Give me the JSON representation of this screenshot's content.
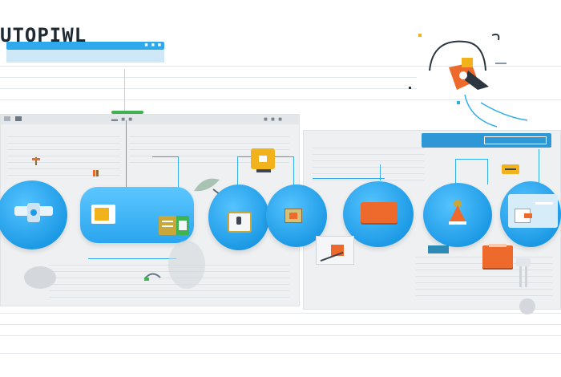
{
  "header": {
    "title": "UTOPIWL",
    "bar_dots": "■ ■ ■"
  },
  "panels": {
    "left_dots": "▬ ■ ■",
    "right_dots": "■ ■ ■"
  },
  "colors": {
    "accent_blue": "#1e9be6",
    "orange": "#ee6a2c",
    "yellow": "#f2b21c",
    "panel_gray": "#eef0f2"
  },
  "nodes": [
    {
      "name": "node-1",
      "icon": "scroll-icon"
    },
    {
      "name": "node-2",
      "icon": "folder-icon"
    },
    {
      "name": "node-3",
      "icon": "badge-icon"
    },
    {
      "name": "node-4",
      "icon": "box-icon"
    },
    {
      "name": "node-5",
      "icon": "orange-block-icon"
    },
    {
      "name": "node-6",
      "icon": "cone-icon"
    },
    {
      "name": "node-7",
      "icon": "card-icon"
    }
  ]
}
